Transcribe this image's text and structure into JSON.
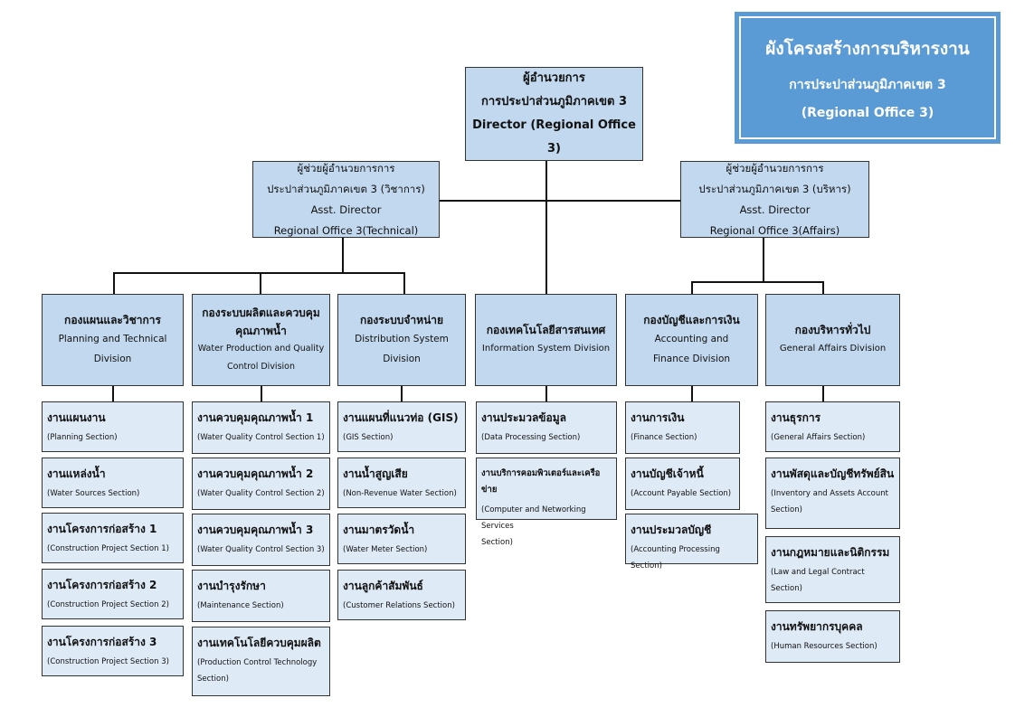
{
  "title": {
    "line1": "ผังโครงสร้างการบริหารงาน",
    "line2": "การประปาส่วนภูมิภาคเขต 3",
    "line3": "(Regional Office 3)"
  },
  "director": {
    "line1": "ผู้อำนวยการ",
    "line2": "การประปาส่วนภูมิภาคเขต 3",
    "line3": "Director (Regional Office 3)"
  },
  "asst_technical": {
    "line1": "ผู้ช่วยผู้อำนวยการการ",
    "line2": "ประปาส่วนภูมิภาคเขต 3 (วิชาการ)",
    "line3": "Asst. Director",
    "line4": "Regional Office 3(Technical)"
  },
  "asst_affairs": {
    "line1": "ผู้ช่วยผู้อำนวยการการ",
    "line2": "ประปาส่วนภูมิภาคเขต 3 (บริหาร)",
    "line3": "Asst. Director",
    "line4": "Regional Office 3(Affairs)"
  },
  "divisions": [
    {
      "th": "กองแผนและวิชาการ",
      "en": [
        "Planning and Technical",
        "Division"
      ],
      "sections": [
        {
          "th": "งานแผนงาน",
          "en": "(Planning Section)"
        },
        {
          "th": "งานแหล่งน้ำ",
          "en": "(Water Sources Section)"
        },
        {
          "th": "งานโครงการก่อสร้าง 1",
          "en": "(Construction Project Section 1)"
        },
        {
          "th": "งานโครงการก่อสร้าง 2",
          "en": "(Construction Project Section 2)"
        },
        {
          "th": "งานโครงการก่อสร้าง 3",
          "en": "(Construction Project Section 3)"
        }
      ]
    },
    {
      "th": [
        "กองระบบผลิตและควบคุม",
        "คุณภาพน้ำ"
      ],
      "en": [
        "Water Production and Quality",
        "Control Division"
      ],
      "sections": [
        {
          "th": "งานควบคุมคุณภาพน้ำ 1",
          "en": "(Water Quality Control Section 1)"
        },
        {
          "th": "งานควบคุมคุณภาพน้ำ 2",
          "en": "(Water Quality Control Section 2)"
        },
        {
          "th": "งานควบคุมคุณภาพน้ำ 3",
          "en": "(Water Quality Control Section 3)"
        },
        {
          "th": "งานบำรุงรักษา",
          "en": "(Maintenance Section)"
        },
        {
          "th": "งานเทคโนโลยีควบคุมผลิต",
          "en": [
            "(Production Control Technology",
            "Section)"
          ]
        }
      ]
    },
    {
      "th": "กองระบบจำหน่าย",
      "en": [
        "Distribution System",
        "Division"
      ],
      "sections": [
        {
          "th": "งานแผนที่แนวท่อ (GIS)",
          "en": "(GIS Section)"
        },
        {
          "th": "งานน้ำสูญเสีย",
          "en": "(Non-Revenue Water Section)"
        },
        {
          "th": "งานมาตรวัดน้ำ",
          "en": "(Water Meter Section)"
        },
        {
          "th": "งานลูกค้าสัมพันธ์",
          "en": "(Customer Relations Section)"
        }
      ]
    },
    {
      "th": "กองเทคโนโลยีสารสนเทศ",
      "en": [
        "Information System Division"
      ],
      "sections": [
        {
          "th": "งานประมวลข้อมูล",
          "en": "(Data Processing Section)"
        },
        {
          "th": "งานบริการคอมพิวเตอร์และเครือข่าย",
          "en": [
            "(Computer and Networking Services",
            "Section)"
          ]
        }
      ]
    },
    {
      "th": "กองบัญชีและการเงิน",
      "en": [
        "Accounting and",
        "Finance Division"
      ],
      "sections": [
        {
          "th": "งานการเงิน",
          "en": "(Finance Section)"
        },
        {
          "th": "งานบัญชีเจ้าหนี้",
          "en": "(Account Payable Section)"
        },
        {
          "th": "งานประมวลบัญชี",
          "en": "(Accounting Processing Section)"
        }
      ]
    },
    {
      "th": "กองบริหารทั่วไป",
      "en": [
        "General Affairs Division"
      ],
      "sections": [
        {
          "th": "งานธุรการ",
          "en": "(General Affairs Section)"
        },
        {
          "th": "งานพัสดุและบัญชีทรัพย์สิน",
          "en": [
            "(Inventory and Assets Account",
            "Section)"
          ]
        },
        {
          "th": "งานกฎหมายและนิติกรรม",
          "en": [
            "(Law and Legal Contract",
            "Section)"
          ]
        },
        {
          "th": "งานทรัพยากรบุคคล",
          "en": "(Human Resources Section)"
        }
      ]
    }
  ],
  "colors": {
    "title_bg": "#5b9bd5",
    "header_box": "#c2d8ee",
    "section_box": "#deeaf6",
    "connector": "#111111"
  }
}
